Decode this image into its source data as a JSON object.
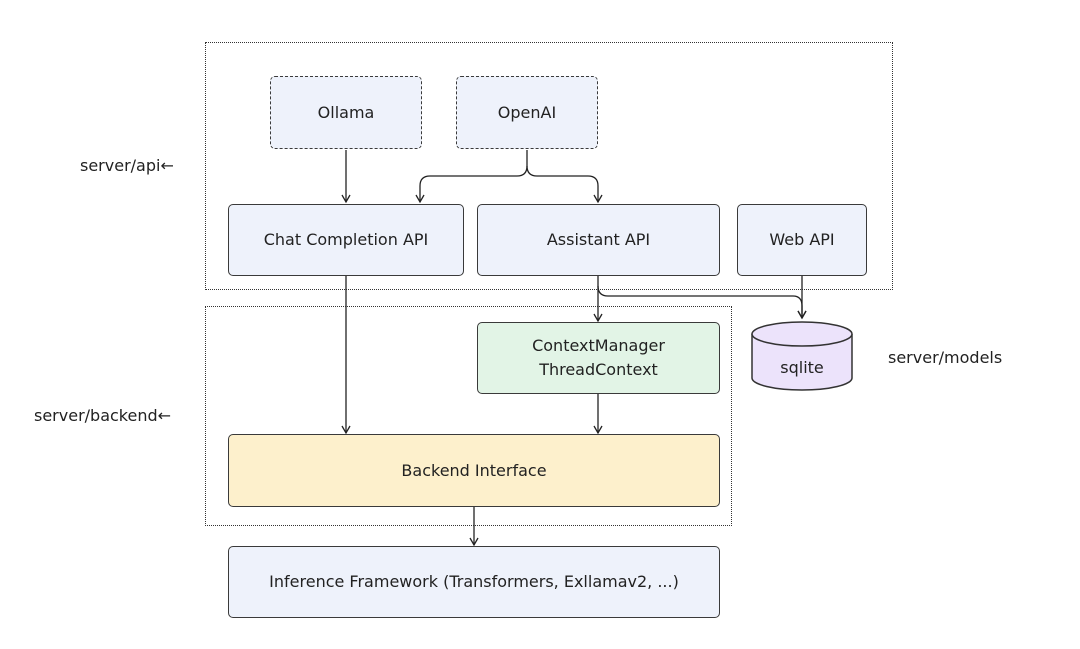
{
  "nodes": {
    "ollama": "Ollama",
    "openai": "OpenAI",
    "chat_completion_api": "Chat Completion API",
    "assistant_api": "Assistant API",
    "web_api": "Web API",
    "context_manager": "ContextManager",
    "thread_context": "ThreadContext",
    "backend_interface": "Backend Interface",
    "inference_framework": "Inference Framework (Transformers, Exllamav2, ...)",
    "sqlite": "sqlite"
  },
  "region_labels": {
    "api": "server/api←",
    "backend": "server/backend←",
    "models": "server/models"
  },
  "colors": {
    "node_blue": "#eef2fb",
    "node_green": "#e2f4e6",
    "node_yellow": "#fdf0cc",
    "db_purple": "#ece3fb"
  }
}
